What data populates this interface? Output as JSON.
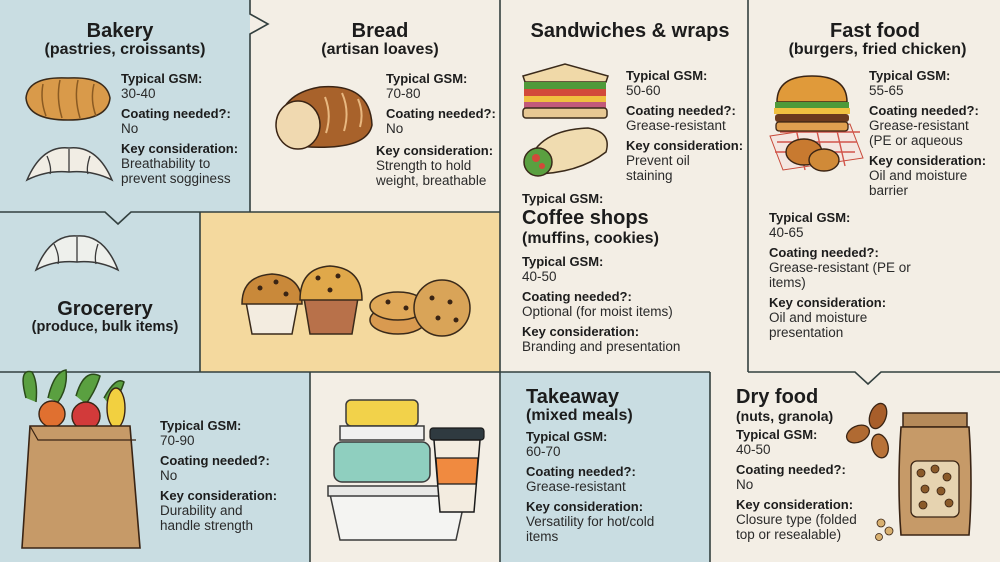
{
  "labels": {
    "gsm": "Typical GSM:",
    "coating": "Coating needed?:",
    "key": "Key consideration:"
  },
  "sections": {
    "bakery": {
      "title": "Bakery",
      "subtitle": "(pastries, croissants)",
      "gsm": "30-40",
      "coating": "No",
      "key": [
        "Breathability to",
        "prevent sogginess"
      ]
    },
    "bread": {
      "title": "Bread",
      "subtitle": "(artisan loaves)",
      "gsm": "70-80",
      "coating": "No",
      "key": [
        "Strength to hold",
        "weight, breathable"
      ]
    },
    "sandwiches": {
      "title": "Sandwiches & wraps",
      "gsm": "50-60",
      "coating": "Grease-resistant",
      "key": [
        "Prevent oil",
        "staining"
      ]
    },
    "fastfood": {
      "title": "Fast food",
      "subtitle": "(burgers, fried chicken)",
      "gsm": "55-65",
      "coating": [
        "Grease-resistant",
        "(PE or aqueous"
      ],
      "key": [
        "Oil and moisture",
        "barrier"
      ]
    },
    "fastfood2": {
      "gsm": "40-65",
      "coating": [
        "Grease-resistant (PE or",
        "items)"
      ],
      "key": [
        "Oil and moisture",
        "presentation"
      ]
    },
    "coffee": {
      "pre_label": "Typical GSM:",
      "title": "Coffee shops",
      "subtitle": "(muffins, cookies)",
      "gsm": "40-50",
      "coating": "Optional (for moist items)",
      "key": "Branding and presentation"
    },
    "grocery": {
      "title": "Grocerery",
      "subtitle": "(produce, bulk items)",
      "gsm": "70-90",
      "coating": "No",
      "key": [
        "Durability and",
        "handle strength"
      ]
    },
    "takeaway": {
      "title": "Takeaway",
      "subtitle": "(mixed meals)",
      "gsm": "60-70",
      "coating": "Grease-resistant",
      "key": [
        "Versatility for hot/cold",
        "items"
      ]
    },
    "dryfood": {
      "title": "Dry food",
      "subtitle": "(nuts, granola)",
      "gsm": "40-50",
      "coating": "No",
      "key": [
        "Closure type (folded",
        "top or resealable)"
      ]
    }
  },
  "colors": {
    "blue": "#c9dde2",
    "cream": "#f3eee5",
    "tan": "#f4d99e",
    "line": "#33403f"
  },
  "icons": [
    "croissant-pastry-icon",
    "croissant-icon",
    "bread-loaf-icon",
    "sandwich-icon",
    "wrap-icon",
    "burger-icon",
    "fried-chicken-icon",
    "croissant-outline-icon",
    "muffins-cookies-icon",
    "grocery-bag-icon",
    "takeaway-containers-icon",
    "coffee-cup-icon",
    "almonds-icon",
    "granola-pouch-icon"
  ]
}
